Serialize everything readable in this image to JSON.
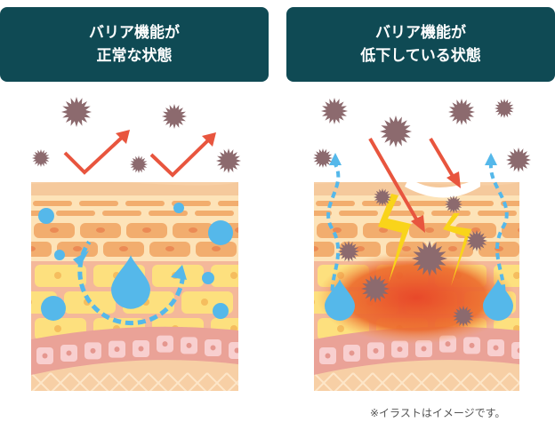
{
  "panels": [
    {
      "title_line1": "バリア機能が",
      "title_line2": "正常な状態"
    },
    {
      "title_line1": "バリア機能が",
      "title_line2": "低下している状態"
    }
  ],
  "note": "※イラストはイメージです。",
  "colors": {
    "header": "#0f4a54",
    "water": "#55b8ea",
    "arrow": "#e8553e",
    "virus": "#8c6a6e",
    "spark": "#f9d41a"
  }
}
